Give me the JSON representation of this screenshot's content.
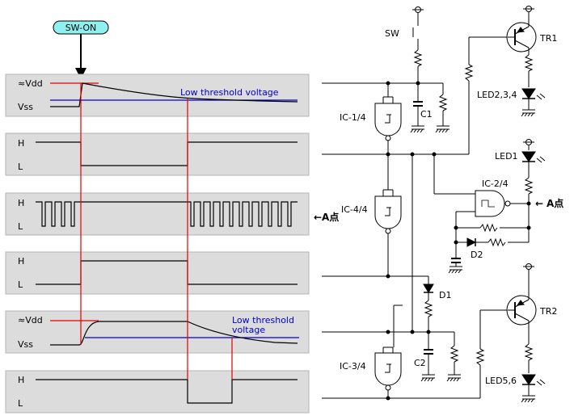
{
  "timing": {
    "sw_on_label": "SW-ON",
    "a_point_label": "←A点",
    "rows": [
      {
        "high": "≈Vdd",
        "low": "Vss",
        "threshold": "Low threshold voltage"
      },
      {
        "high": "H",
        "low": "L"
      },
      {
        "high": "H",
        "low": "L"
      },
      {
        "high": "H",
        "low": "L"
      },
      {
        "high": "≈Vdd",
        "low": "Vss",
        "threshold_line1": "Low threshold",
        "threshold_line2": "voltage"
      },
      {
        "high": "H",
        "low": "L"
      }
    ]
  },
  "circuit": {
    "sw": "SW",
    "ic1": "IC-1/4",
    "ic2": "IC-2/4",
    "ic3": "IC-3/4",
    "ic4": "IC-4/4",
    "c1": "C1",
    "c2": "C2",
    "d1": "D1",
    "d2": "D2",
    "tr1": "TR1",
    "tr2": "TR2",
    "led1": "LED1",
    "led234": "LED2,3,4",
    "led56": "LED5,6",
    "a_point": "A点"
  },
  "colors": {
    "panel": "#dcdcdc",
    "badge": "#8ff0f0",
    "marker_red": "#e00000",
    "threshold_blue": "#0000cc"
  }
}
